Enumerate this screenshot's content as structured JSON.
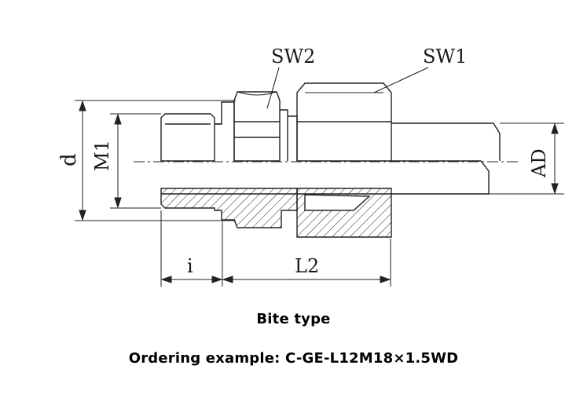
{
  "labels": {
    "sw2": "SW2",
    "sw1": "SW1",
    "d": "d",
    "m1": "M1",
    "ad": "AD",
    "i": "i",
    "l2": "L2"
  },
  "caption": {
    "title": "Bite type",
    "ordering": "Ordering example: C-GE-L12M18×1.5WD"
  }
}
